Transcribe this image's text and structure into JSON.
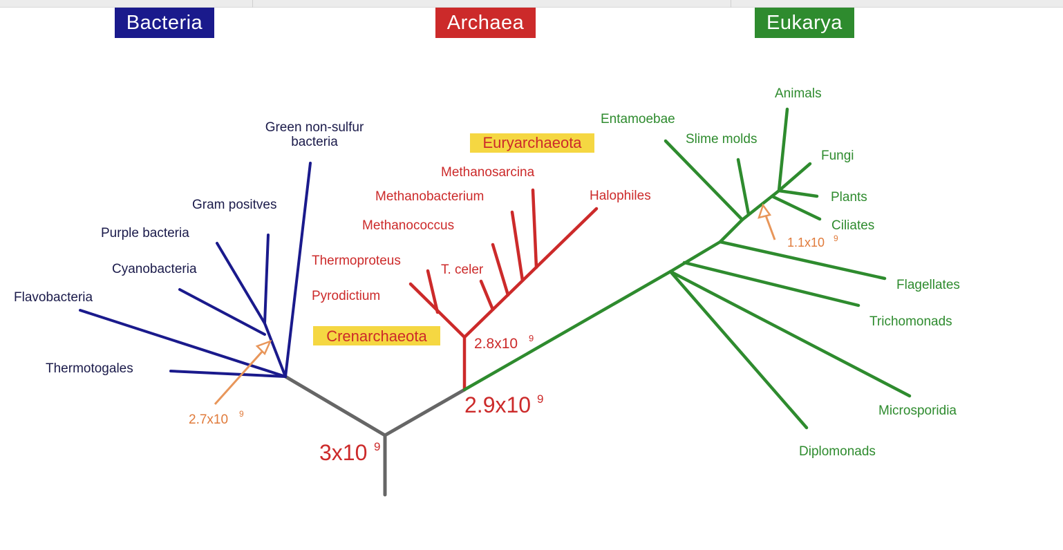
{
  "domains": {
    "bacteria": {
      "label": "Bacteria",
      "color": "#1a1a8c"
    },
    "archaea": {
      "label": "Archaea",
      "color": "#cc2a2a"
    },
    "eukarya": {
      "label": "Eukarya",
      "color": "#2e8b2e"
    }
  },
  "bacteria_taxa": {
    "green_nonsulfur_line1": "Green non-sulfur",
    "green_nonsulfur_line2": "bacteria",
    "gram_positives": "Gram positves",
    "purple_bacteria": "Purple bacteria",
    "cyanobacteria": "Cyanobacteria",
    "flavobacteria": "Flavobacteria",
    "thermotogales": "Thermotogales",
    "date_exp": "9",
    "date_base": "2.7x10"
  },
  "archaea_taxa": {
    "euryarchaeota": "Euryarchaeota",
    "methanosarcina": "Methanosarcina",
    "methanobacterium": "Methanobacterium",
    "halophiles": "Halophiles",
    "methanococcus": "Methanococcus",
    "thermoproteus": "Thermoproteus",
    "t_celer": "T. celer",
    "pyrodictium": "Pyrodictium",
    "crenarchaeota": "Crenarchaeota",
    "date_base": "2.8x10",
    "date_exp": "9"
  },
  "eukarya_taxa": {
    "animals": "Animals",
    "entamoebae": "Entamoebae",
    "slime_molds": "Slime molds",
    "fungi": "Fungi",
    "plants": "Plants",
    "ciliates": "Ciliates",
    "date_base": "1.1x10",
    "date_exp": "9",
    "flagellates": "Flagellates",
    "trichomonads": "Trichomonads",
    "microsporidia": "Microsporidia",
    "diplomonads": "Diplomonads"
  },
  "root_dates": {
    "root_base": "3x10",
    "root_exp": "9",
    "split_base": "2.9x10",
    "split_exp": "9"
  },
  "colors": {
    "bacteria": "#1a1a8c",
    "archaea": "#cc2a2a",
    "eukarya": "#2e8b2e",
    "root": "#666666",
    "arrow": "#e8965a",
    "highlight": "#f5d742"
  }
}
